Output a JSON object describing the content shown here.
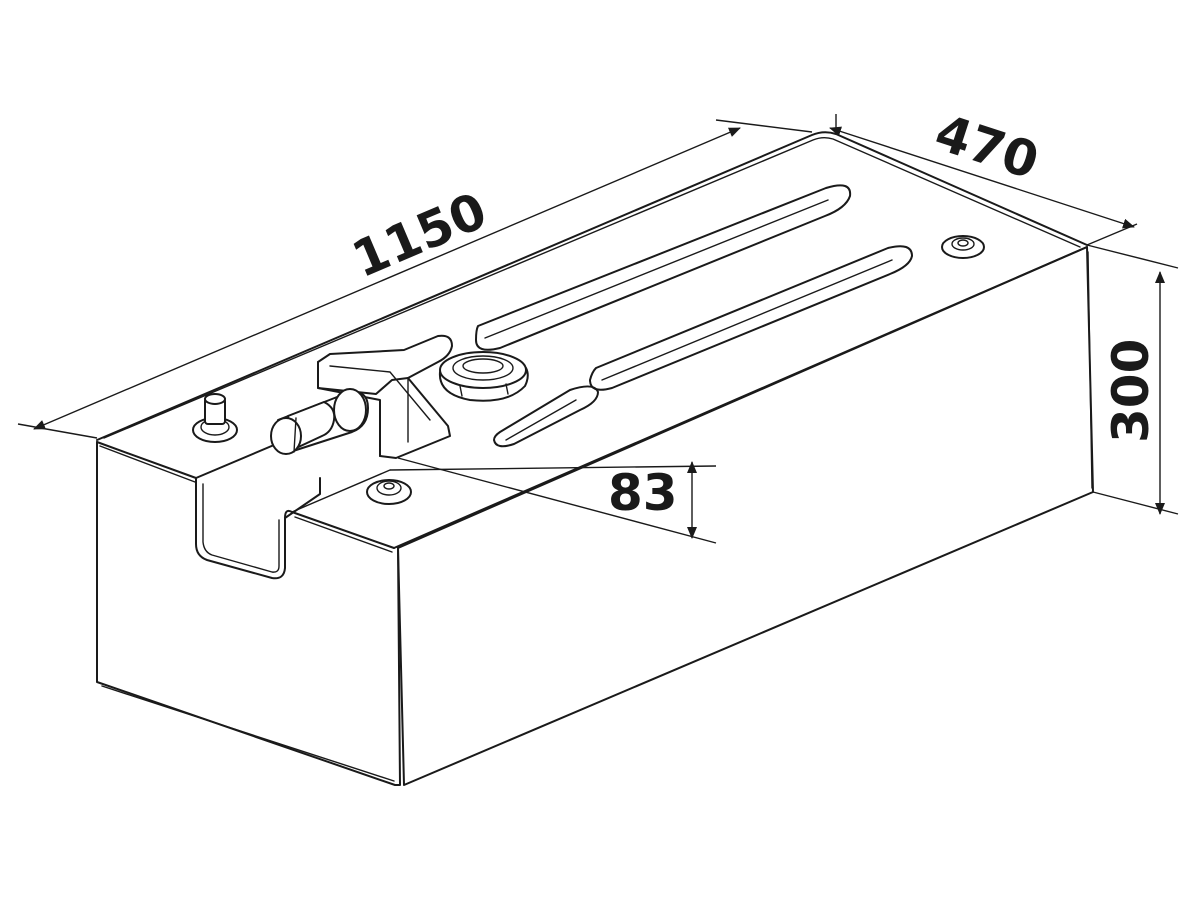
{
  "dimensions": {
    "length": "1150",
    "width": "470",
    "height": "300",
    "step_depth": "83"
  }
}
